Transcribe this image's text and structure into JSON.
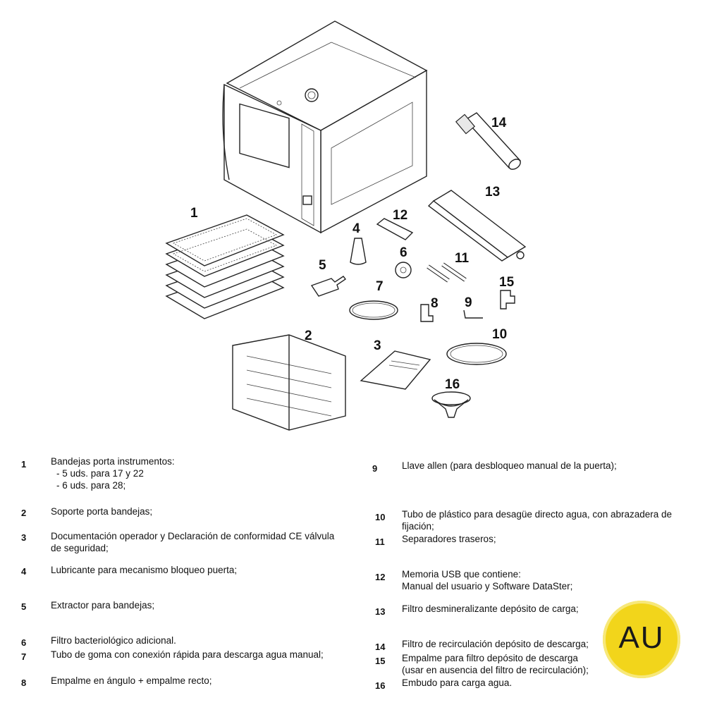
{
  "callouts": [
    "1",
    "2",
    "3",
    "4",
    "5",
    "6",
    "7",
    "8",
    "9",
    "10",
    "11",
    "12",
    "13",
    "14",
    "15",
    "16"
  ],
  "legend": {
    "left": [
      {
        "num": "1",
        "text": "Bandejas porta instrumentos:",
        "subs": [
          "-  5 uds. para 17 y 22",
          "-  6 uds. para 28;"
        ]
      },
      {
        "num": "2",
        "text": "Soporte porta bandejas;"
      },
      {
        "num": "3",
        "text": "Documentación operador y Declaración de conformidad CE válvula",
        "text2": "de seguridad;"
      },
      {
        "num": "4",
        "text": "Lubricante para mecanismo bloqueo puerta;"
      },
      {
        "num": "5",
        "text": "Extractor para bandejas;"
      },
      {
        "num": "6",
        "text": "Filtro bacteriológico adicional."
      },
      {
        "num": "7",
        "text": "Tubo de goma con conexión rápida para descarga agua manual;"
      },
      {
        "num": "8",
        "text": "Empalme en ángulo + empalme recto;"
      }
    ],
    "right": [
      {
        "num": "9",
        "text": "Llave allen (para desbloqueo manual de la puerta);"
      },
      {
        "num": "10",
        "text": "Tubo de plástico para desagüe directo agua, con abrazadera de",
        "text2": "fijación;"
      },
      {
        "num": "11",
        "text": "Separadores traseros;"
      },
      {
        "num": "12",
        "text": "Memoria USB que contiene:",
        "text2": "Manual del usuario y Software DataSter;"
      },
      {
        "num": "13",
        "text": "Filtro desmineralizante depósito de carga;"
      },
      {
        "num": "14",
        "text": "Filtro de recirculación depósito de descarga;"
      },
      {
        "num": "15",
        "text": "Empalme para filtro depósito de descarga",
        "text2": "(usar en ausencia del filtro de recirculación);"
      },
      {
        "num": "16",
        "text": "Embudo para carga agua."
      }
    ]
  },
  "logo": {
    "text": "AU",
    "color": "#f2d51b"
  }
}
